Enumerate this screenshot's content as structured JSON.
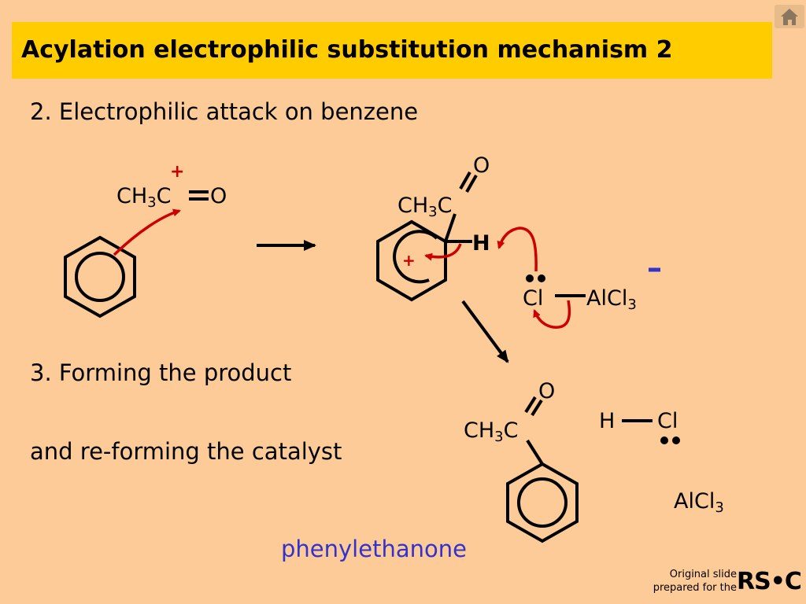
{
  "slide": {
    "title": "Acylation electrophilic substitution mechanism 2",
    "step2": "2.  Electrophilic attack on benzene",
    "step3_line1": "3. Forming the product",
    "step3_line2": "and re-forming the catalyst",
    "product_name": "phenylethanone",
    "credit_line1": "Original slide",
    "credit_line2": "prepared for the",
    "credit_logo": "RS•C"
  },
  "reactant": {
    "ch": "CH",
    "sub3": "3",
    "c": "C",
    "o": "O",
    "charge": "+"
  },
  "intermediate": {
    "o": "O",
    "ch": "CH",
    "sub3": "3",
    "c": "C",
    "h": "H",
    "charge": "+"
  },
  "chloride": {
    "cl": "Cl",
    "al": "AlCl",
    "sub3": "3",
    "charge": "-"
  },
  "product": {
    "o": "O",
    "ch": "CH",
    "sub3": "3",
    "c": "C"
  },
  "hcl": {
    "h": "H",
    "cl": "Cl"
  },
  "catalyst": {
    "al": "AlCl",
    "sub3": "3"
  },
  "colors": {
    "background": "#FCCB98",
    "title_bar": "#FFCC00",
    "curly_arrow": "#CC0000",
    "product_name": "#3333CC"
  },
  "icons": {
    "home": "home-icon"
  }
}
